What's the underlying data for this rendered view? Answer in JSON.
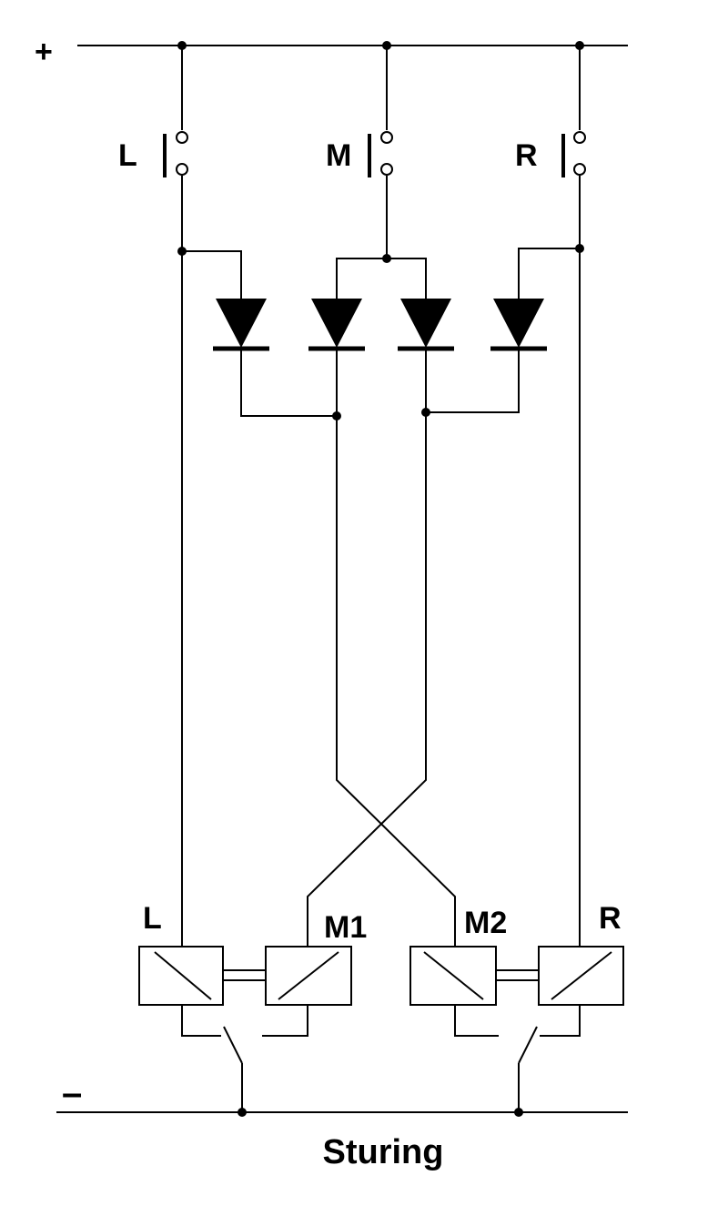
{
  "rails": {
    "positive_label": "+",
    "negative_label": "–"
  },
  "switches": [
    {
      "id": "L",
      "label": "L"
    },
    {
      "id": "M",
      "label": "M"
    },
    {
      "id": "R",
      "label": "R"
    }
  ],
  "relays": [
    {
      "id": "L",
      "label": "L"
    },
    {
      "id": "M1",
      "label": "M1"
    },
    {
      "id": "M2",
      "label": "M2"
    },
    {
      "id": "R",
      "label": "R"
    }
  ],
  "caption": "Sturing",
  "colors": {
    "line": "#000000",
    "background": "#ffffff"
  }
}
